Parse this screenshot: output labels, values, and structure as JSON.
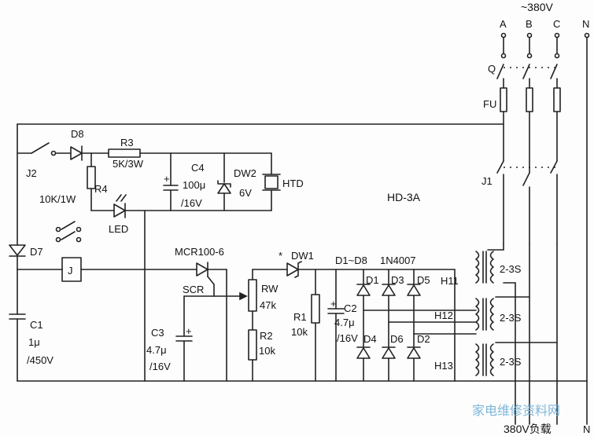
{
  "supply": {
    "voltage": "~380V",
    "phase_a": "A",
    "phase_b": "B",
    "phase_c": "C",
    "neutral": "N"
  },
  "switch_q": "Q",
  "fuse": "FU",
  "contactor": "J1",
  "relay_contact": "J2",
  "relay_coil": "J",
  "module": "HD-3A",
  "components": {
    "d8": "D8",
    "r3": "R3",
    "r3_val": "5K/3W",
    "c4": "C4",
    "c4_val1": "100μ",
    "c4_val2": "/16V",
    "dw2": "DW2",
    "dw2_val": "6V",
    "htd": "HTD",
    "r4": "R4",
    "r4_val": "10K/1W",
    "led": "LED",
    "d7": "D7",
    "c1": "C1",
    "c1_val1": "1μ",
    "c1_val2": "/450V",
    "mcr": "MCR100-6",
    "scr": "SCR",
    "c3": "C3",
    "c3_val1": "4.7μ",
    "c3_val2": "/16V",
    "rw": "RW",
    "rw_val": "47k",
    "r2": "R2",
    "r2_val": "10k",
    "dw1_star": "*",
    "dw1": "DW1",
    "r1": "R1",
    "r1_val": "10k",
    "c2": "C2",
    "c2_val1": "4.7μ",
    "c2_val2": "/16V",
    "diodes_range": "D1~D8",
    "diodes_type": "1N4007",
    "d1": "D1",
    "d3": "D3",
    "d5": "D5",
    "d4": "D4",
    "d6": "D6",
    "d2": "D2",
    "h11": "H11",
    "h12": "H12",
    "h13": "H13",
    "t1": "2-3S",
    "t2": "2-3S",
    "t3": "2-3S"
  },
  "load": {
    "label": "380V负载",
    "n": "N"
  },
  "watermark": "家电维修资料网"
}
